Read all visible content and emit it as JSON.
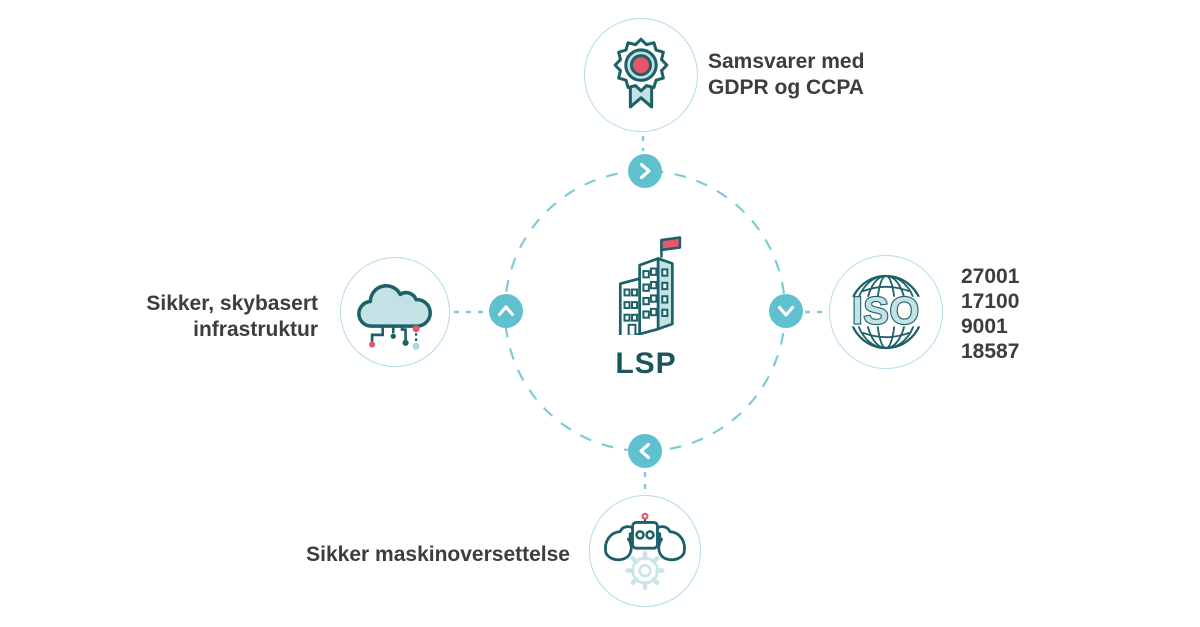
{
  "center": {
    "label": "LSP",
    "icon": "building-flag-icon"
  },
  "nodes": {
    "top": {
      "icon": "award-rosette-icon",
      "label_lines": [
        "Samsvarer med",
        "GDPR og CCPA"
      ]
    },
    "left": {
      "icon": "secure-cloud-icon",
      "label_lines": [
        "Sikker, skybasert",
        "infrastruktur"
      ]
    },
    "right": {
      "icon": "iso-globe-icon",
      "iso_text": "ISO",
      "numbers": [
        "27001",
        "17100",
        "9001",
        "18587"
      ]
    },
    "bottom": {
      "icon": "strong-robot-icon",
      "label": "Sikker maskinoversettelse"
    }
  },
  "flow_arrows": {
    "top": "chevron-right-icon",
    "right": "chevron-down-icon",
    "bottom": "chevron-left-icon",
    "left": "chevron-up-icon"
  },
  "colors": {
    "accent_teal": "#5fc0cf",
    "outline_teal": "#1d6168",
    "light_teal_fill": "#c2e2e5",
    "ring_dash": "#7ecbd8",
    "node_border": "#aedde6",
    "red_accent": "#e4576a",
    "text_dark": "#3d3d3d",
    "lsp_text": "#19565e"
  }
}
